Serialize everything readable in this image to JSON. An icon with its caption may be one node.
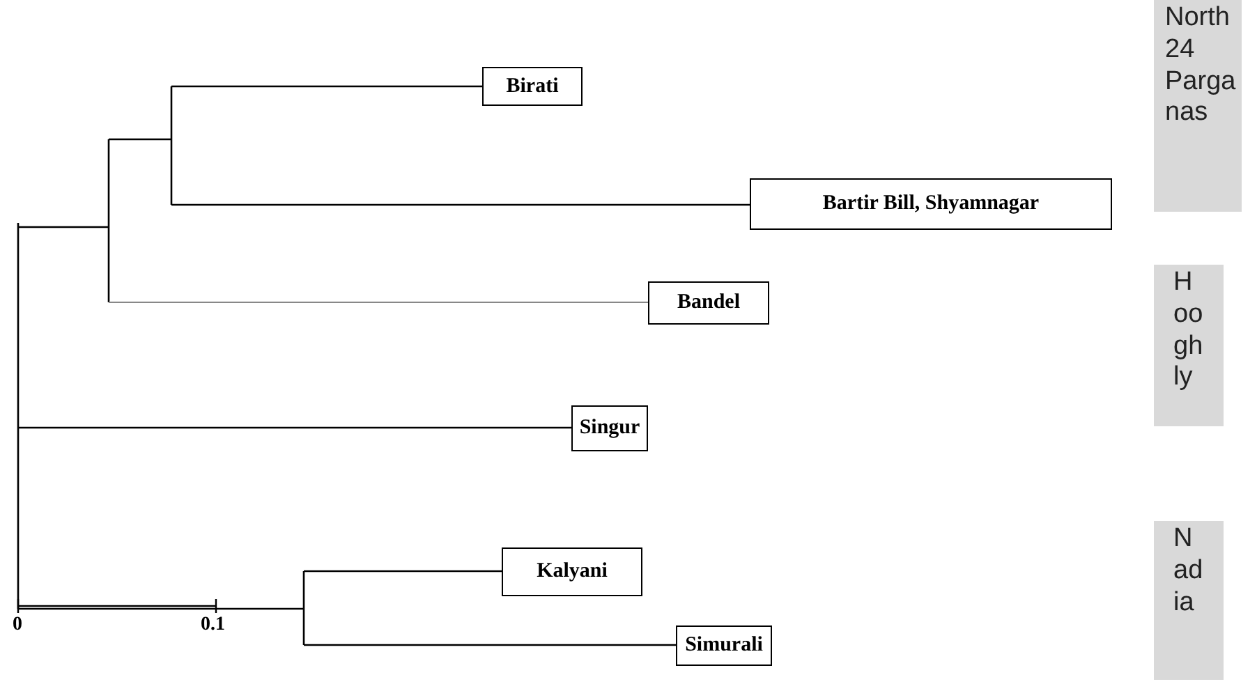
{
  "diagram": {
    "nodes": [
      {
        "text": [
          "Birati"
        ]
      },
      {
        "text": [
          "Bartir Bill, Shyamnagar"
        ]
      },
      {
        "text": [
          "Bandel"
        ]
      },
      {
        "text": [
          "Singur"
        ]
      },
      {
        "text": [
          "Kalyani"
        ]
      },
      {
        "text": [
          "Simurali"
        ]
      },
      {
        "text": [
          "North 24 Parganas"
        ]
      },
      {
        "text": [
          "Hooghly"
        ]
      },
      {
        "text": [
          "Nadia"
        ]
      }
    ],
    "labels": [
      "0",
      "0.1"
    ]
  }
}
